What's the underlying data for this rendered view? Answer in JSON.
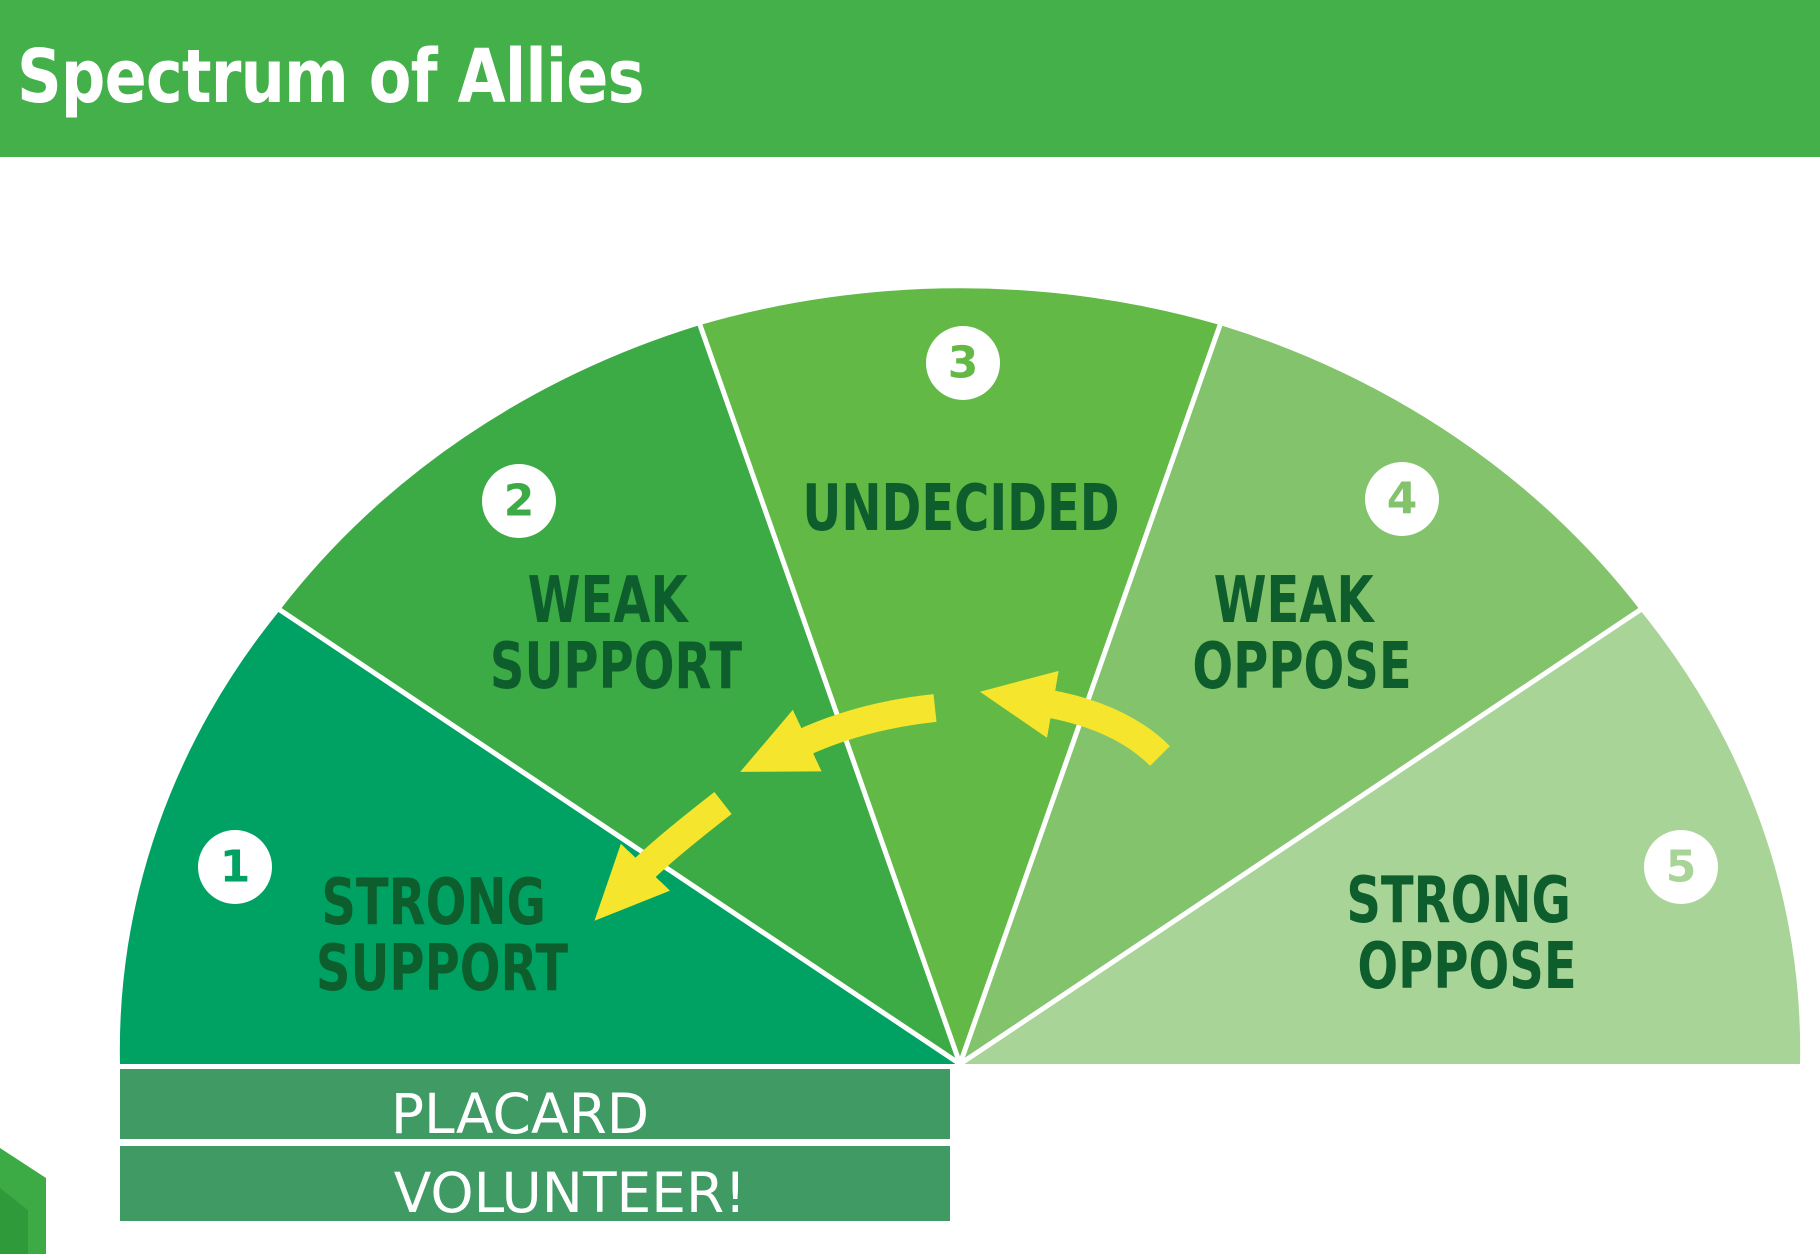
{
  "title": "Spectrum of Allies",
  "colors": {
    "header": "#43b04a",
    "arrow": "#f5e52d",
    "label": "#0d5e2c",
    "divider": "#ffffff",
    "bar": "#3f9b63"
  },
  "segments": [
    {
      "number": "1",
      "lines": [
        "STRONG",
        "SUPPORT"
      ],
      "color": "#00a263"
    },
    {
      "number": "2",
      "lines": [
        "WEAK",
        "SUPPORT"
      ],
      "color": "#3cab45"
    },
    {
      "number": "3",
      "lines": [
        "UNDECIDED"
      ],
      "color": "#62b946"
    },
    {
      "number": "4",
      "lines": [
        "WEAK",
        "OPPOSE"
      ],
      "color": "#82c36b"
    },
    {
      "number": "5",
      "lines": [
        "STRONG",
        "OPPOSE"
      ],
      "color": "#a8d597"
    }
  ],
  "bars": [
    {
      "label": "PLACARD"
    },
    {
      "label": "VOLUNTEER!"
    }
  ]
}
